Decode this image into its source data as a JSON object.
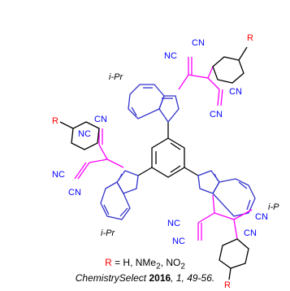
{
  "colors": {
    "bond": "#000000",
    "bridge": "#ff00ff",
    "azulene": "#3333cc",
    "cyano": "#0000ff",
    "substituent": "#ff0000"
  },
  "labels": {
    "cn": "CN",
    "nc": "NC",
    "r": "R",
    "ipr": "i-Pr",
    "ipr_cut": "i-P"
  },
  "legend": {
    "r": "R",
    "rest": " = H, NMe",
    "sub": "2",
    "tail": ", NO",
    "sub2": "2"
  },
  "citation": {
    "journal": "ChemistrySelect ",
    "year": "2016",
    "sep": ", ",
    "volume": "1",
    "pages": ", 49-56."
  }
}
